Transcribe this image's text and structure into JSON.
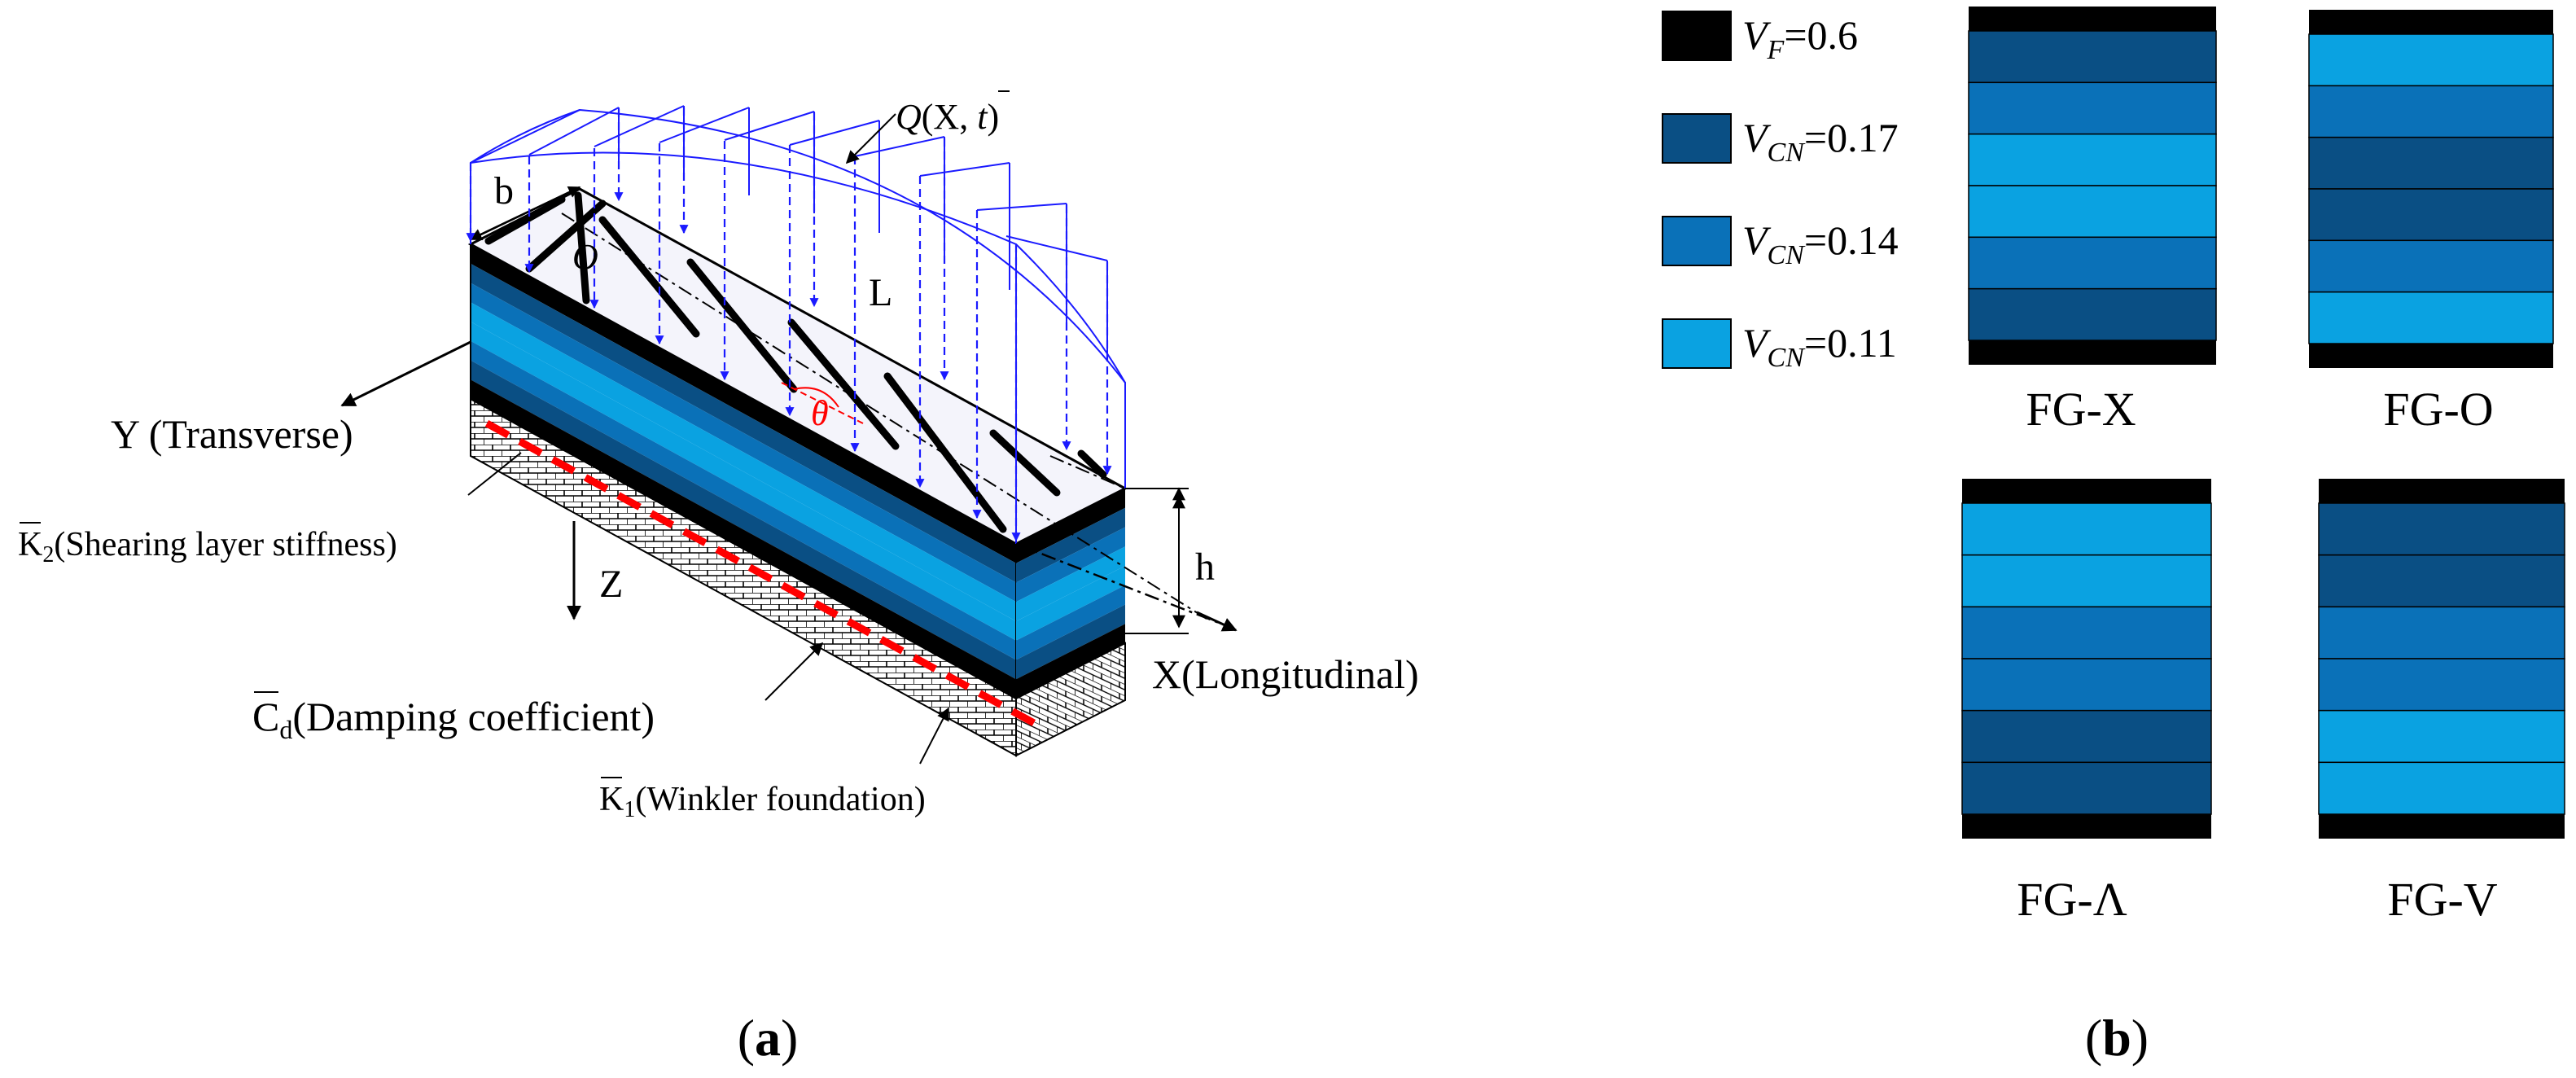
{
  "colors": {
    "black": "#000000",
    "dark_blue": "#0a4f84",
    "mid_blue": "#0a71b8",
    "light_blue": "#0aa2e1",
    "load_blue": "#1a1aff",
    "red": "#ff0000",
    "beam_top": "#f4f4fb"
  },
  "panel_a": {
    "caption": "a",
    "load": {
      "main": "Q",
      "args_a": "(X, ",
      "t_var": "t",
      "args_b": ")"
    },
    "label_b": "b",
    "label_O": "O",
    "label_L": "L",
    "label_theta": "θ",
    "label_h": "h",
    "axis_y": "Y (Transverse)",
    "axis_x": "X(Longitudinal)",
    "axis_z": "Z",
    "k2": {
      "sym": "K",
      "sub": "2",
      "desc": "(Shearing layer stiffness)"
    },
    "cd": {
      "sym": "C",
      "sub": "d",
      "desc": "(Damping coefficient)"
    },
    "k1": {
      "sym": "K",
      "sub": "1",
      "desc": "(Winkler foundation)"
    },
    "layer_stack": [
      "black",
      "dark_blue",
      "mid_blue",
      "light_blue",
      "light_blue",
      "mid_blue",
      "dark_blue",
      "black"
    ]
  },
  "panel_b": {
    "caption": "b",
    "legend": [
      {
        "var": "V",
        "sub": "F",
        "value": "=0.6",
        "color": "black"
      },
      {
        "var": "V",
        "sub": "CN",
        "value": "=0.17",
        "color": "dark_blue"
      },
      {
        "var": "V",
        "sub": "CN",
        "value": "=0.14",
        "color": "mid_blue"
      },
      {
        "var": "V",
        "sub": "CN",
        "value": "=0.11",
        "color": "light_blue"
      }
    ],
    "patterns": [
      {
        "name": "FG-X",
        "layers": [
          "dark_blue",
          "mid_blue",
          "light_blue",
          "light_blue",
          "mid_blue",
          "dark_blue"
        ]
      },
      {
        "name": "FG-O",
        "layers": [
          "light_blue",
          "mid_blue",
          "dark_blue",
          "dark_blue",
          "mid_blue",
          "light_blue"
        ]
      },
      {
        "name": "FG-Λ",
        "layers": [
          "light_blue",
          "light_blue",
          "mid_blue",
          "mid_blue",
          "dark_blue",
          "dark_blue"
        ]
      },
      {
        "name": "FG-V",
        "layers": [
          "dark_blue",
          "dark_blue",
          "mid_blue",
          "mid_blue",
          "light_blue",
          "light_blue"
        ]
      }
    ]
  }
}
